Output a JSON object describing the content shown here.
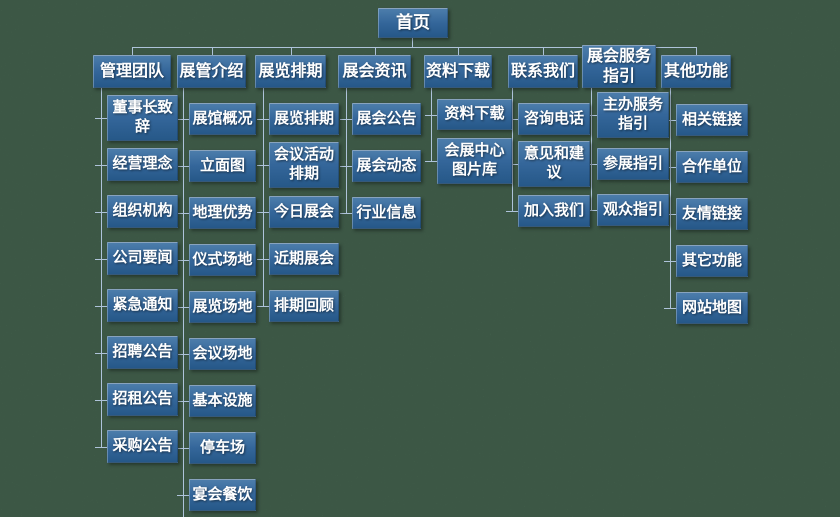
{
  "root": {
    "label": "首页"
  },
  "columns": [
    {
      "title": "管理团队",
      "children": [
        "董事长致\n辞",
        "经营理念",
        "组织机构",
        "公司要闻",
        "紧急通知",
        "招聘公告",
        "招租公告",
        "采购公告"
      ]
    },
    {
      "title": "展管介绍",
      "children": [
        "展馆概况",
        "立面图",
        "地理优势",
        "仪式场地",
        "展览场地",
        "会议场地",
        "基本设施",
        "停车场",
        "宴会餐饮"
      ]
    },
    {
      "title": "展览排期",
      "children": [
        "展览排期",
        "会议活动\n排期",
        "今日展会",
        "近期展会",
        "排期回顾"
      ]
    },
    {
      "title": "展会资讯",
      "children": [
        "展会公告",
        "展会动态",
        "行业信息"
      ]
    },
    {
      "title": "资料下载",
      "children": [
        "资料下载",
        "会展中心\n图片库"
      ]
    },
    {
      "title": "联系我们",
      "children": [
        "咨询电话",
        "意见和建\n议",
        "加入我们"
      ]
    },
    {
      "title": "展会服务\n指引",
      "children": [
        "主办服务\n指引",
        "参展指引",
        "观众指引"
      ]
    },
    {
      "title": "其他功能",
      "children": [
        "相关链接",
        "合作单位",
        "友情链接",
        "其它功能",
        "网站地图"
      ]
    }
  ],
  "colors": {
    "background": "#4e7159",
    "node_gradient_top": "#4c7dab",
    "node_gradient_bottom": "#265888",
    "connector": "#aec3da",
    "text": "#ffffff"
  }
}
